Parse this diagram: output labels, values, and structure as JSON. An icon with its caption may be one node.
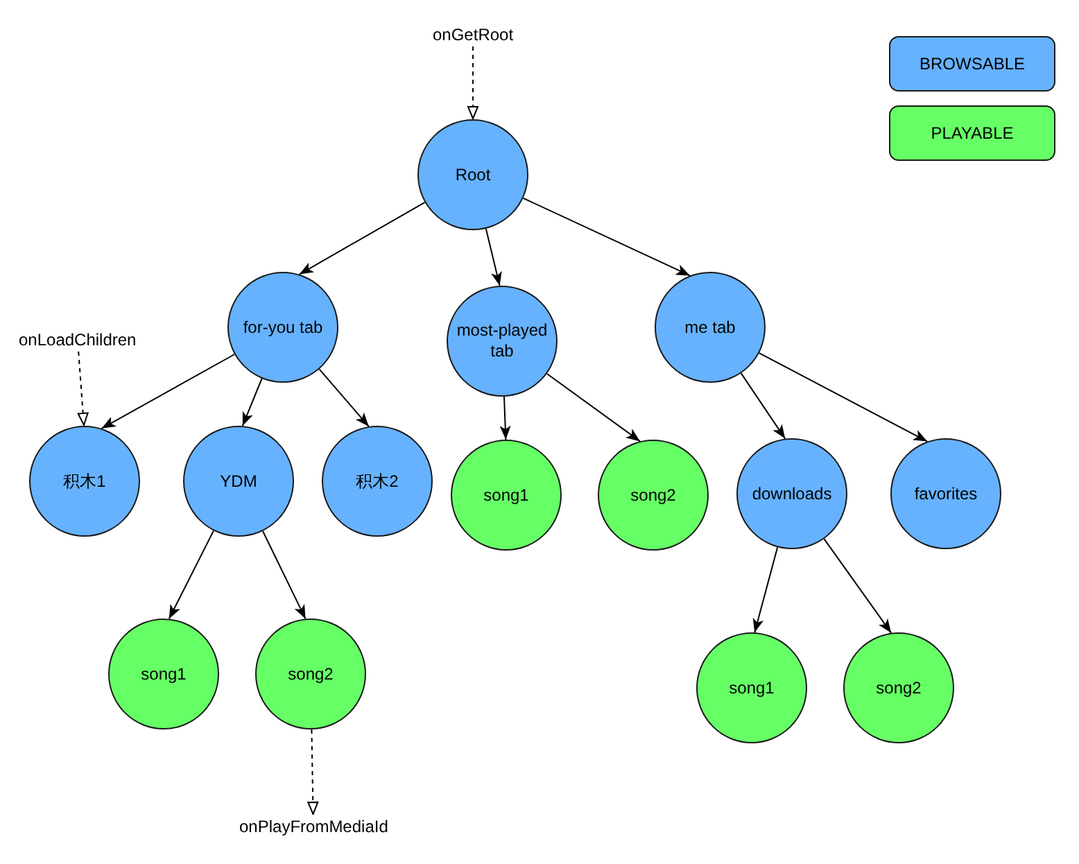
{
  "diagram": {
    "nodes": [
      {
        "text": [
          "onGetRoot"
        ]
      },
      {
        "text": [
          "Root"
        ]
      },
      {
        "text": [
          "onLoadChildren"
        ]
      },
      {
        "text": [
          "for-you tab"
        ]
      },
      {
        "text": [
          "most-played tab"
        ]
      },
      {
        "text": [
          "me tab"
        ]
      },
      {
        "text": [
          "积木1"
        ]
      },
      {
        "text": [
          "YDM"
        ]
      },
      {
        "text": [
          "积木2"
        ]
      },
      {
        "text": [
          "song1"
        ]
      },
      {
        "text": [
          "song2"
        ]
      },
      {
        "text": [
          "downloads"
        ]
      },
      {
        "text": [
          "favorites"
        ]
      },
      {
        "text": [
          "song1"
        ]
      },
      {
        "text": [
          "song2"
        ]
      },
      {
        "text": [
          "song1"
        ]
      },
      {
        "text": [
          "song2"
        ]
      },
      {
        "text": [
          "onPlayFromMediaId"
        ]
      }
    ],
    "edges": [
      {
        "from": 0,
        "to": 1,
        "arrow": "to",
        "style": "dashed"
      },
      {
        "from": 1,
        "to": 3,
        "arrow": "to"
      },
      {
        "from": 1,
        "to": 4,
        "arrow": "to"
      },
      {
        "from": 1,
        "to": 5,
        "arrow": "to"
      },
      {
        "from": 2,
        "to": 6,
        "arrow": "to",
        "style": "dashed"
      },
      {
        "from": 3,
        "to": 6,
        "arrow": "to"
      },
      {
        "from": 3,
        "to": 7,
        "arrow": "to"
      },
      {
        "from": 3,
        "to": 8,
        "arrow": "to"
      },
      {
        "from": 4,
        "to": 9,
        "arrow": "to"
      },
      {
        "from": 4,
        "to": 10,
        "arrow": "to"
      },
      {
        "from": 5,
        "to": 11,
        "arrow": "to"
      },
      {
        "from": 5,
        "to": 12,
        "arrow": "to"
      },
      {
        "from": 7,
        "to": 13,
        "arrow": "to"
      },
      {
        "from": 7,
        "to": 14,
        "arrow": "to"
      },
      {
        "from": 11,
        "to": 15,
        "arrow": "to"
      },
      {
        "from": 11,
        "to": 16,
        "arrow": "to"
      },
      {
        "from": 14,
        "to": 17,
        "arrow": "to",
        "style": "dashed"
      }
    ],
    "legend": [
      {
        "text": "BROWSABLE",
        "color": "#66b2ff"
      },
      {
        "text": "PLAYABLE",
        "color": "#66ff66"
      }
    ]
  }
}
